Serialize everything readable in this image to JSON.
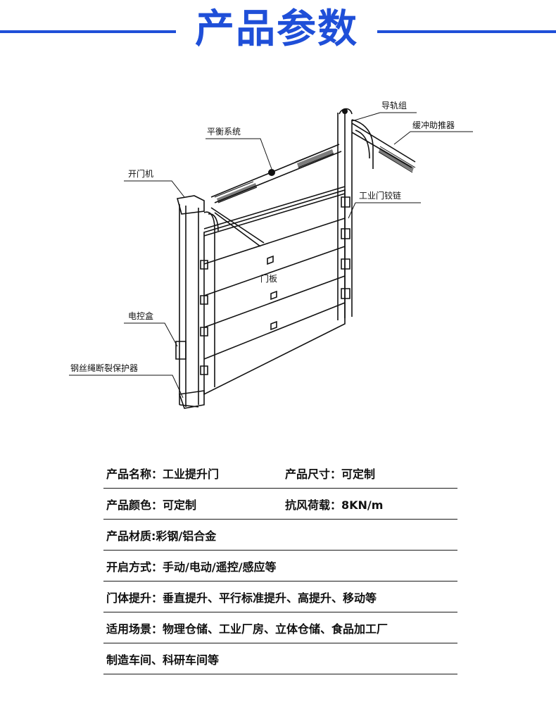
{
  "header": {
    "title": "产品参数"
  },
  "diagram": {
    "labels": {
      "guide_rail": "导轨组",
      "buffer": "缓冲助推器",
      "balance": "平衡系统",
      "opener": "开门机",
      "hinge": "工业门铰链",
      "panel": "门板",
      "control_box": "电控盒",
      "cable_protector": "钢丝绳断裂保护器"
    }
  },
  "specs": {
    "name": "产品名称：工业提升门",
    "size": "产品尺寸：可定制",
    "color": "产品颜色：可定制",
    "wind": "抗风荷载：8KN/m",
    "material": "产品材质:彩钢/铝合金",
    "opening": "开启方式：手动/电动/遥控/感应等",
    "lift": "门体提升：垂直提升、平行标准提升、高提升、移动等",
    "scenes_line1": "适用场景：物理仓储、工业厂房、立体仓储、食品加工厂",
    "scenes_line2": "制造车间、科研车间等"
  }
}
